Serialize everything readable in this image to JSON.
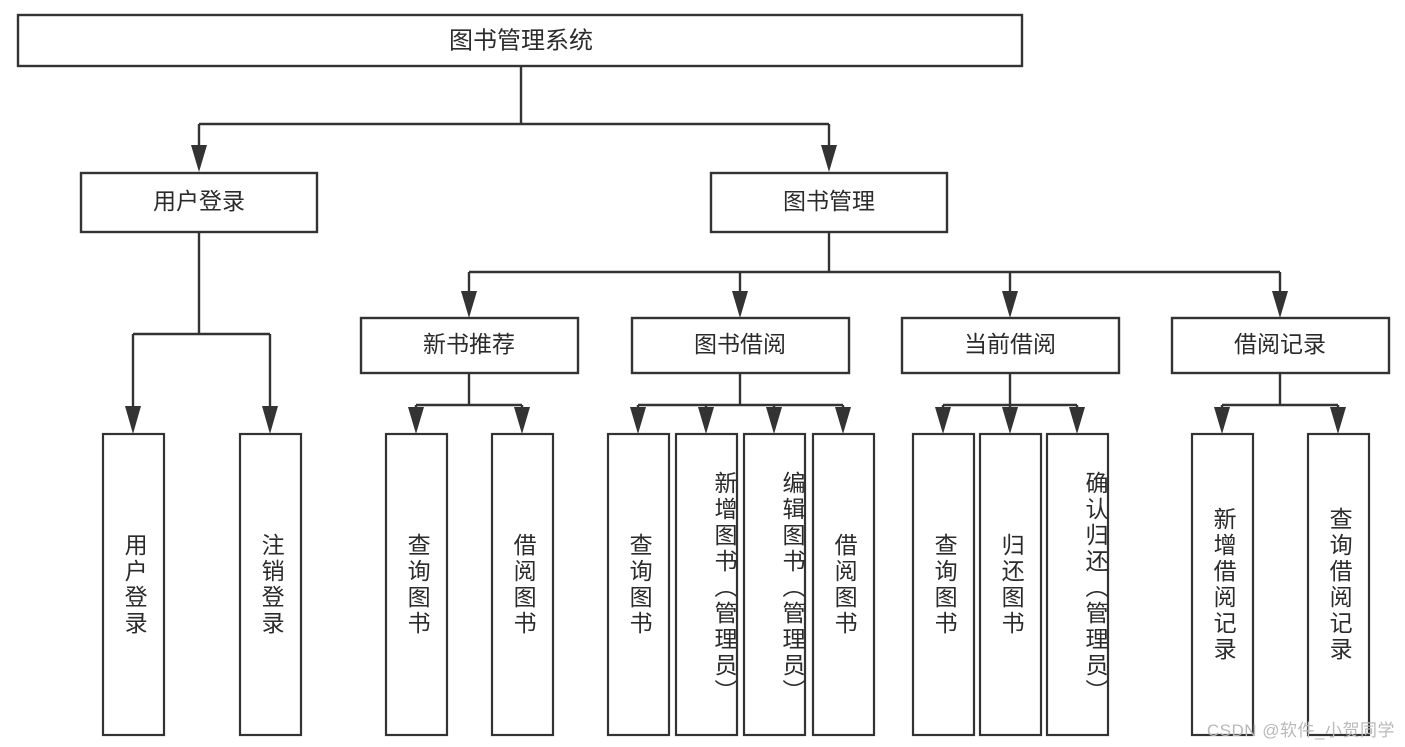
{
  "diagram": {
    "title": "图书管理系统",
    "type": "hierarchy-tree",
    "watermark": "CSDN @软件_小贺同学",
    "colors": {
      "stroke": "#333333",
      "box_fill": "#ffffff",
      "text": "#2b2b2b",
      "watermark": "#b9b9b9",
      "background": "#ffffff"
    },
    "root": {
      "label": "图书管理系统",
      "level": 1
    },
    "level2": [
      {
        "label": "用户登录"
      },
      {
        "label": "图书管理"
      }
    ],
    "level3": [
      {
        "label": "新书推荐"
      },
      {
        "label": "图书借阅"
      },
      {
        "label": "当前借阅"
      },
      {
        "label": "借阅记录"
      }
    ],
    "leaves": {
      "user_login": [
        {
          "label": "用户登录"
        },
        {
          "label": "注销登录"
        }
      ],
      "new_book_recommend": [
        {
          "label": "查询图书"
        },
        {
          "label": "借阅图书"
        }
      ],
      "book_borrow": [
        {
          "label": "查询图书"
        },
        {
          "label": "新增图书（管理员）"
        },
        {
          "label": "编辑图书（管理员）"
        },
        {
          "label": "借阅图书"
        }
      ],
      "current_borrow": [
        {
          "label": "查询图书"
        },
        {
          "label": "归还图书"
        },
        {
          "label": "确认归还（管理员）"
        }
      ],
      "borrow_record": [
        {
          "label": "新增借阅记录"
        },
        {
          "label": "查询借阅记录"
        }
      ]
    }
  }
}
